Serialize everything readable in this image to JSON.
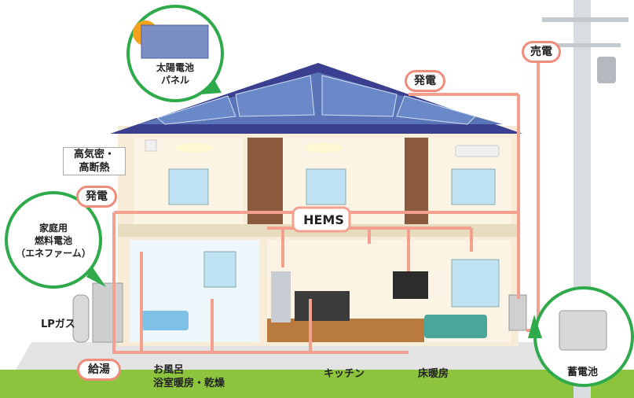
{
  "labels": {
    "solar_panel": "太陽電池\nパネル",
    "sell_power": "売電",
    "generation_top": "発電",
    "insulation": "高気密・\n高断熱",
    "generation_left": "発電",
    "fuel_cell": "家庭用\n燃料電池\n（エネファーム）",
    "hems": "HEMS",
    "lp_gas": "LPガス",
    "hot_water": "給湯",
    "bath": "お風呂\n浴室暖房・乾燥",
    "kitchen": "キッチン",
    "floor_heating": "床暖房",
    "storage_battery": "蓄電池"
  },
  "colors": {
    "line": "#f4a08e",
    "roof": "#3b3f8f",
    "callout_border": "#2eaa4a",
    "ground": "#8dc43e",
    "wall": "#f7ecd8"
  }
}
